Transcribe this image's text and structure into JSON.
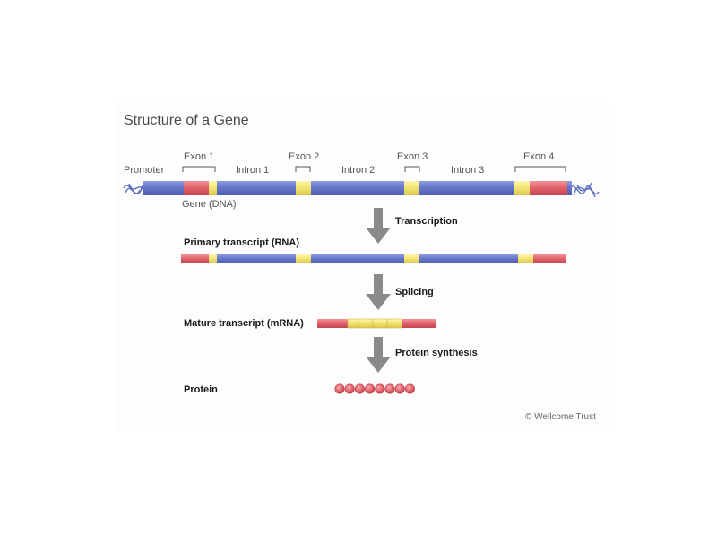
{
  "title": "Structure of a Gene",
  "dna": {
    "promoter_label": "Promoter",
    "gene_label": "Gene (DNA)",
    "exons": [
      "Exon 1",
      "Exon 2",
      "Exon 3",
      "Exon 4"
    ],
    "introns": [
      "Intron 1",
      "Intron 2",
      "Intron 3"
    ]
  },
  "steps": {
    "transcription": "Transcription",
    "splicing": "Splicing",
    "protein_synthesis": "Protein synthesis"
  },
  "rows": {
    "primary": "Primary transcript (RNA)",
    "mature": "Mature transcript (mRNA)",
    "protein": "Protein"
  },
  "protein_bead_count": 8,
  "credit": "© Wellcome Trust",
  "colors": {
    "intron_blue": "#6e7fcf",
    "exon_yellow": "#f2e372",
    "utr_red": "#e0606a",
    "arrow_gray": "#8a8a8a",
    "helix_blue": "#5a6fbf"
  }
}
